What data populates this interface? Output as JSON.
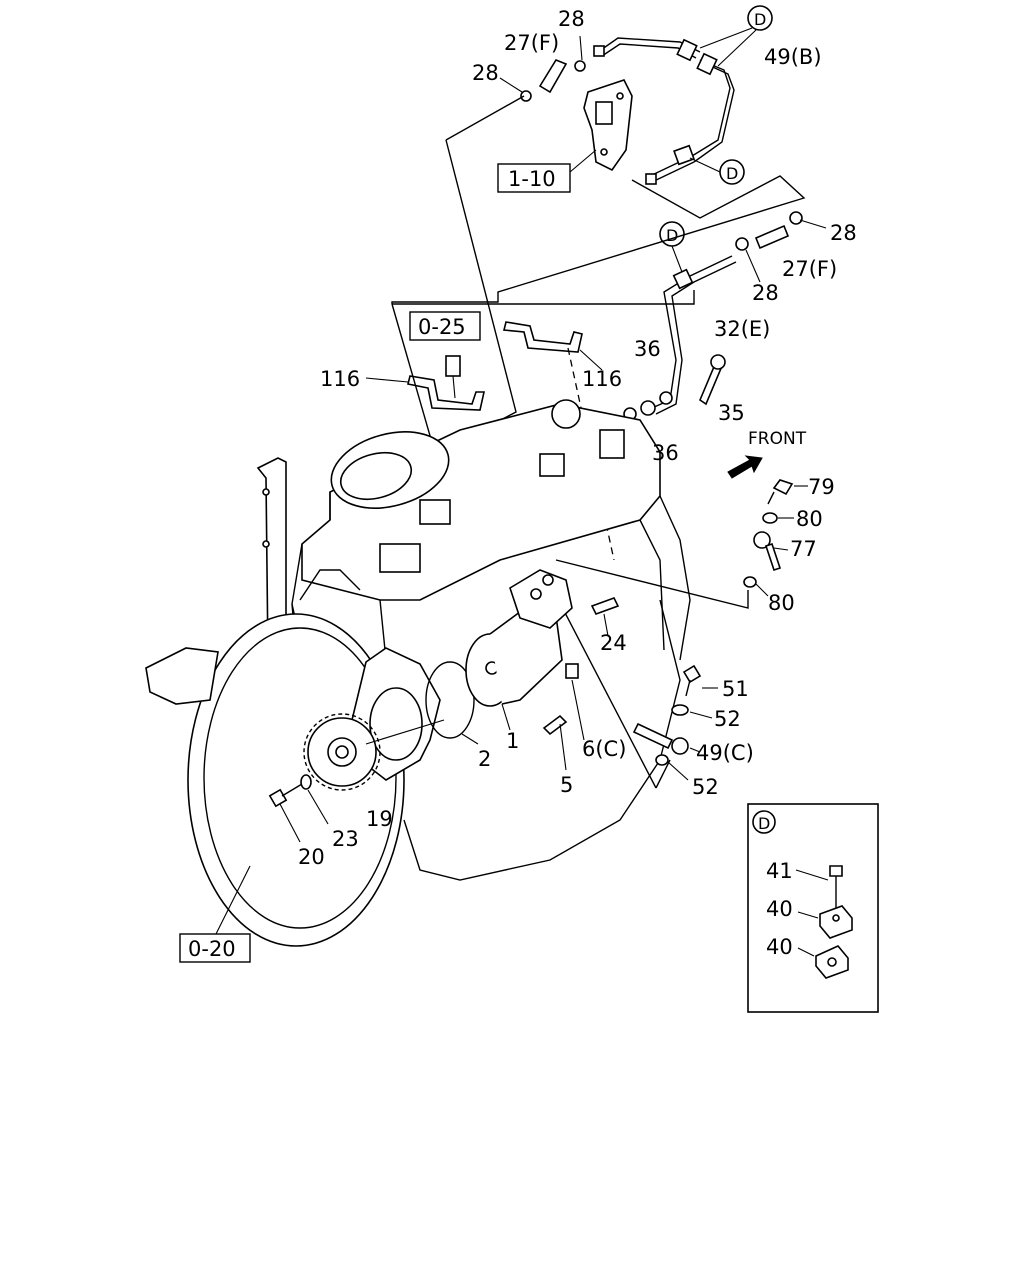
{
  "labels": {
    "l28a": "28",
    "l27f_top": "27(F)",
    "l28b": "28",
    "dcircle": "D",
    "l49b": "49(B)",
    "ref_1_10": "1-10",
    "l28c": "28",
    "l27f_mid": "27(F)",
    "l28d": "28",
    "ref_0_25": "0-25",
    "l116a": "116",
    "l116b": "116",
    "l32e": "32(E)",
    "l36a": "36",
    "l35": "35",
    "l36b": "36",
    "front": "FRONT",
    "l79": "79",
    "l80a": "80",
    "l77": "77",
    "l80b": "80",
    "l24": "24",
    "l51": "51",
    "l52a": "52",
    "l49c": "49(C)",
    "l52b": "52",
    "l6c": "6(C)",
    "l1": "1",
    "l2": "2",
    "l5": "5",
    "l19": "19",
    "l23": "23",
    "l20": "20",
    "ref_0_20": "0-20",
    "detail_d": "D",
    "l41": "41",
    "l40a": "40",
    "l40b": "40"
  }
}
